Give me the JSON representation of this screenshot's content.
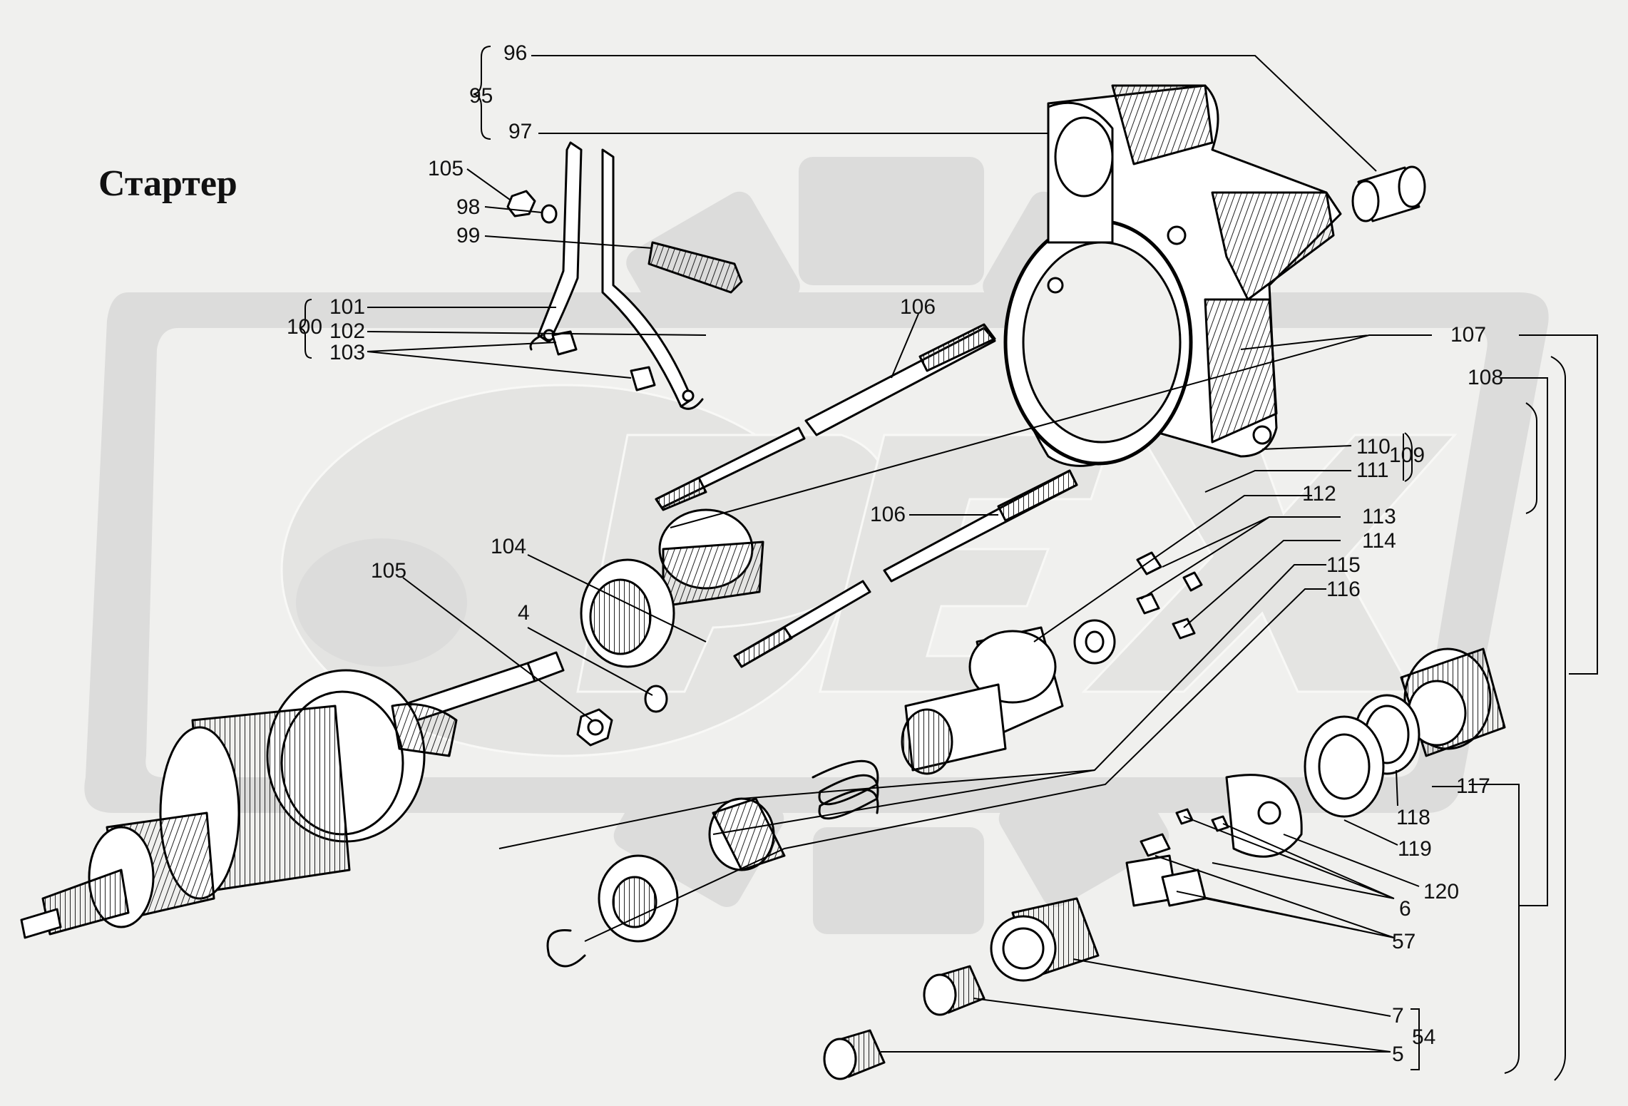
{
  "title": "Стартер",
  "colors": {
    "background": "#f0f0ee",
    "watermark": "#dcdcdb",
    "ink": "#111111",
    "line": "#000000"
  },
  "callouts": {
    "c96": "96",
    "c95": "95",
    "c97": "97",
    "c105a": "105",
    "c98": "98",
    "c99": "99",
    "c101": "101",
    "c100": "100",
    "c102": "102",
    "c103": "103",
    "c106a": "106",
    "c106b": "106",
    "c107": "107",
    "c108": "108",
    "c110": "110",
    "c109": "109",
    "c111": "111",
    "c112": "112",
    "c113": "113",
    "c114": "114",
    "c115": "115",
    "c116": "116",
    "c104": "104",
    "c105b": "105",
    "c4": "4",
    "c117": "117",
    "c118": "118",
    "c119": "119",
    "c120": "120",
    "c6": "6",
    "c57": "57",
    "c7": "7",
    "c54": "54",
    "c5": "5"
  }
}
